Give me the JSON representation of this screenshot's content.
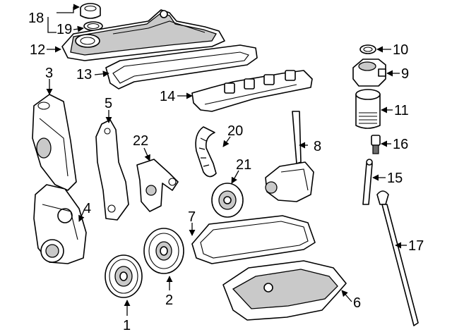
{
  "callouts": [
    {
      "id": "1",
      "label": "1"
    },
    {
      "id": "2",
      "label": "2"
    },
    {
      "id": "3",
      "label": "3"
    },
    {
      "id": "4",
      "label": "4"
    },
    {
      "id": "5",
      "label": "5"
    },
    {
      "id": "6",
      "label": "6"
    },
    {
      "id": "7",
      "label": "7"
    },
    {
      "id": "8",
      "label": "8"
    },
    {
      "id": "9",
      "label": "9"
    },
    {
      "id": "10",
      "label": "10"
    },
    {
      "id": "11",
      "label": "11"
    },
    {
      "id": "12",
      "label": "12"
    },
    {
      "id": "13",
      "label": "13"
    },
    {
      "id": "14",
      "label": "14"
    },
    {
      "id": "15",
      "label": "15"
    },
    {
      "id": "16",
      "label": "16"
    },
    {
      "id": "17",
      "label": "17"
    },
    {
      "id": "18",
      "label": "18"
    },
    {
      "id": "19",
      "label": "19"
    },
    {
      "id": "20",
      "label": "20"
    },
    {
      "id": "21",
      "label": "21"
    },
    {
      "id": "22",
      "label": "22"
    }
  ],
  "colors": {
    "line": "#000000",
    "background": "#ffffff",
    "shade": "#c9c9c9"
  }
}
